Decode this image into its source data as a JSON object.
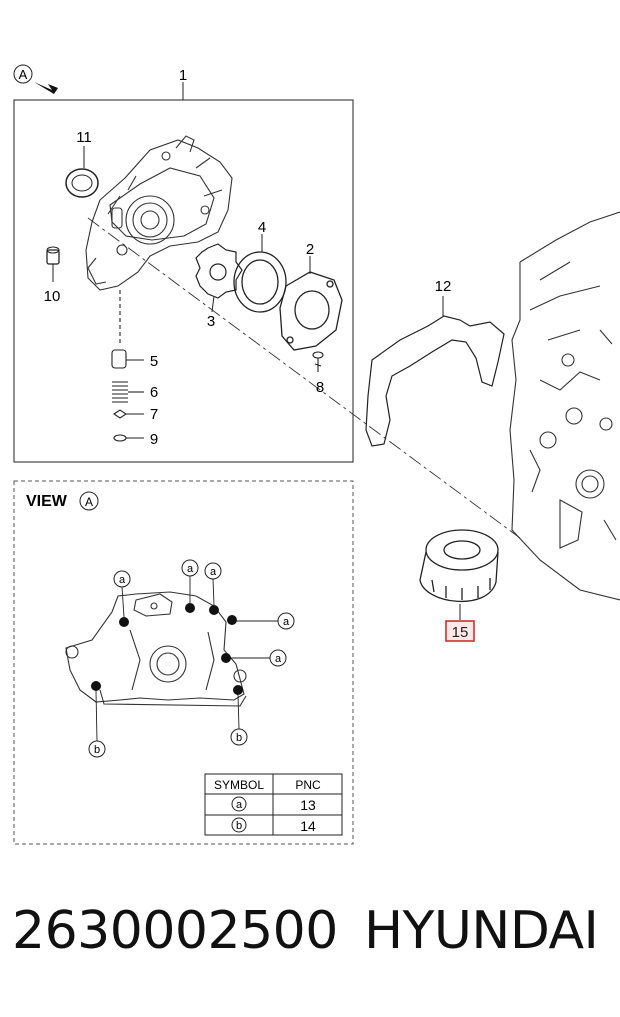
{
  "view_marker": "A",
  "callouts": {
    "c1": "1",
    "c2": "2",
    "c3": "3",
    "c4": "4",
    "c5": "5",
    "c6": "6",
    "c7": "7",
    "c8": "8",
    "c9": "9",
    "c10": "10",
    "c11": "11",
    "c12": "12",
    "c15": "15"
  },
  "view_panel": {
    "title": "VIEW",
    "bolt_a": "a",
    "bolt_b": "b"
  },
  "symbol_table": {
    "headers": [
      "SYMBOL",
      "PNC"
    ],
    "rows": [
      {
        "symbol": "a",
        "pnc": "13"
      },
      {
        "symbol": "b",
        "pnc": "14"
      }
    ]
  },
  "footer": {
    "part_number": "2630002500",
    "brand": "HYUNDAI"
  },
  "colors": {
    "line": "#222222",
    "highlight_box": "#cc2222",
    "highlight_fill": "#fde8e8"
  }
}
